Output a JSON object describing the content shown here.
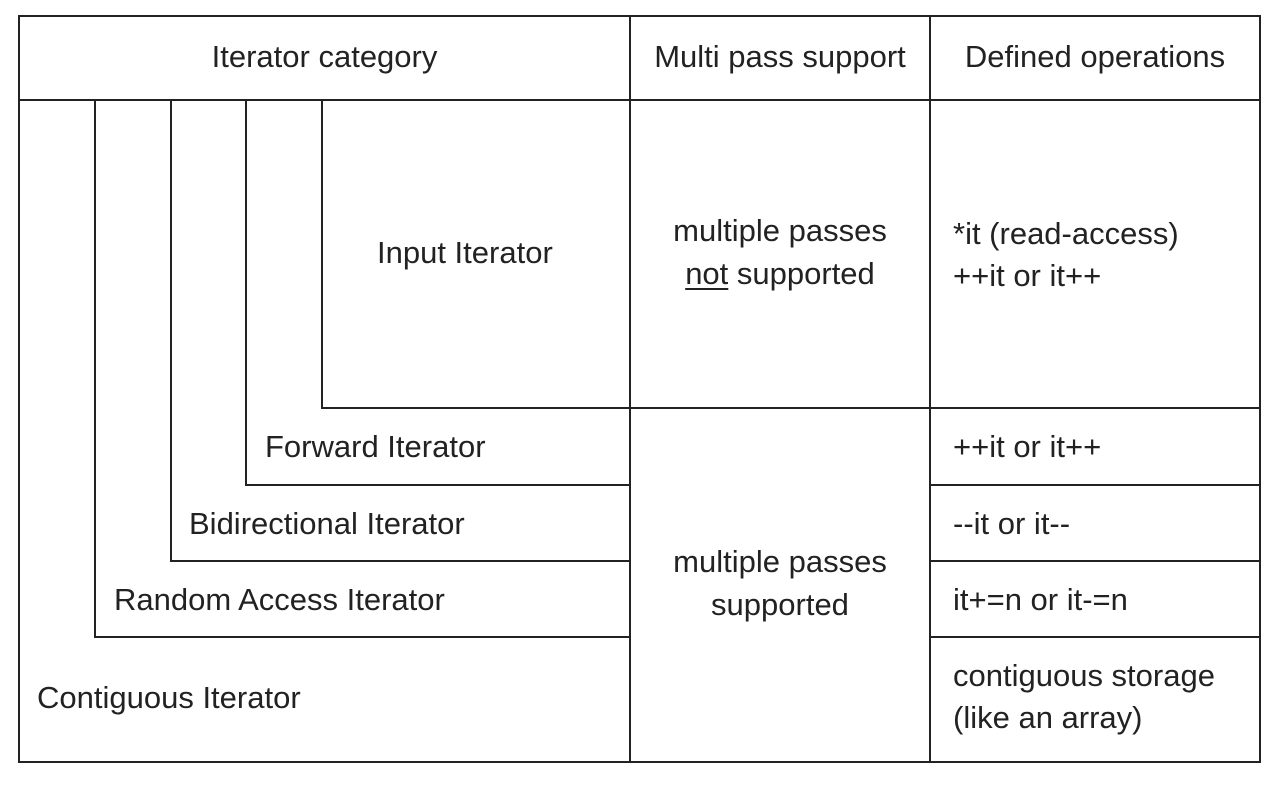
{
  "headers": {
    "category": "Iterator category",
    "multipass": "Multi pass support",
    "operations": "Defined operations"
  },
  "categories": {
    "input": "Input Iterator",
    "forward": "Forward Iterator",
    "bidirectional": "Bidirectional Iterator",
    "random_access": "Random Access Iterator",
    "contiguous": "Contiguous Iterator"
  },
  "multipass": {
    "input_line1": "multiple passes",
    "input_not": "not",
    "input_supported": " supported",
    "others_line1": "multiple passes",
    "others_line2": "supported"
  },
  "operations": {
    "input_line1": "*it (read-access)",
    "input_line2": "++it or it++",
    "forward": "++it or it++",
    "bidirectional": "--it or it--",
    "random_access": "it+=n or it-=n",
    "contiguous_line1": "contiguous storage",
    "contiguous_line2": "(like an array)"
  },
  "colors": {
    "line": "#222222",
    "text": "#222222",
    "background": "#ffffff"
  }
}
